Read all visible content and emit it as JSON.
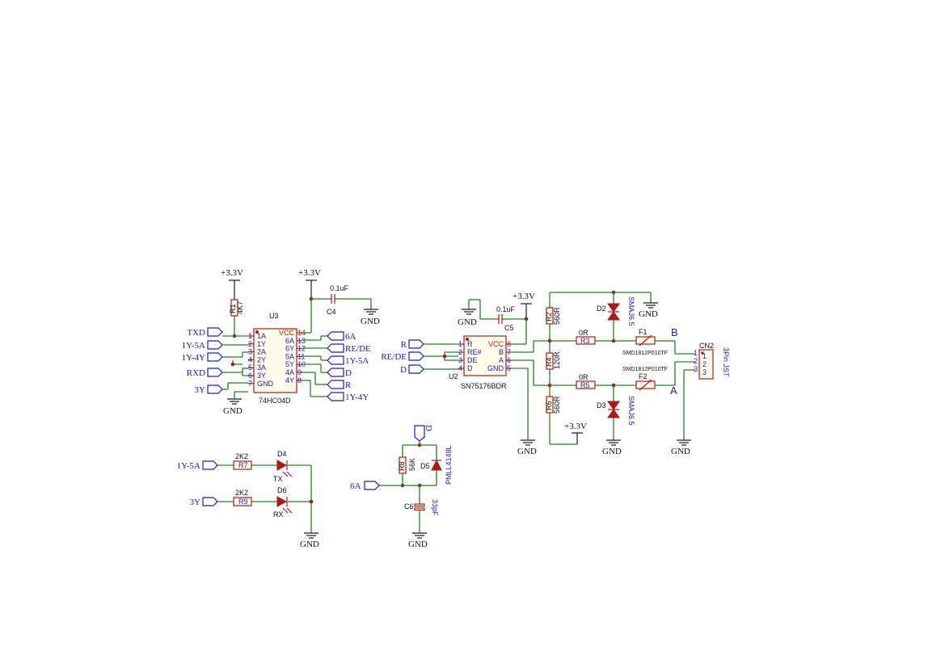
{
  "power": {
    "vcc": "+3.3V",
    "gnd": "GND"
  },
  "u3": {
    "ref": "U3",
    "value": "74HC04D",
    "left_pins": [
      {
        "num": "1",
        "name": "1A"
      },
      {
        "num": "2",
        "name": "1Y"
      },
      {
        "num": "3",
        "name": "2A"
      },
      {
        "num": "4",
        "name": "2Y"
      },
      {
        "num": "5",
        "name": "3A"
      },
      {
        "num": "6",
        "name": "3Y"
      },
      {
        "num": "7",
        "name": "GND"
      }
    ],
    "right_pins": [
      {
        "num": "14",
        "name": "VCC"
      },
      {
        "num": "13",
        "name": "6A"
      },
      {
        "num": "12",
        "name": "6Y"
      },
      {
        "num": "11",
        "name": "5A"
      },
      {
        "num": "10",
        "name": "5Y"
      },
      {
        "num": "9",
        "name": "4A"
      },
      {
        "num": "8",
        "name": "4Y"
      }
    ]
  },
  "u2": {
    "ref": "U2",
    "value": "SN75176BDR",
    "left_pins": [
      {
        "num": "1",
        "name": "R"
      },
      {
        "num": "2",
        "name": "RE#"
      },
      {
        "num": "3",
        "name": "DE"
      },
      {
        "num": "4",
        "name": "D"
      }
    ],
    "right_pins": [
      {
        "num": "8",
        "name": "VCC"
      },
      {
        "num": "7",
        "name": "B"
      },
      {
        "num": "6",
        "name": "A"
      },
      {
        "num": "5",
        "name": "GND"
      }
    ]
  },
  "r1": {
    "ref": "R1",
    "value": "4K7"
  },
  "c4": {
    "ref": "C4",
    "value": "0.1uF"
  },
  "c5": {
    "ref": "C5",
    "value": "0.1uF"
  },
  "r2": {
    "ref": "R2",
    "value": "560R"
  },
  "r4": {
    "ref": "R4",
    "value": "120R"
  },
  "r6": {
    "ref": "R6",
    "value": "560R"
  },
  "r3": {
    "ref": "R3",
    "value": "0R"
  },
  "r5": {
    "ref": "R5",
    "value": "0R"
  },
  "d2": {
    "ref": "D2",
    "value": "SMAJ6.5"
  },
  "d3": {
    "ref": "D3",
    "value": "SMAJ6.5"
  },
  "f1": {
    "ref": "F1",
    "value": "SMD1812P010TF"
  },
  "f2": {
    "ref": "F2",
    "value": "SMD1812P010TF"
  },
  "cn2": {
    "ref": "CN2",
    "value": "3Pin JST",
    "pins": [
      "1",
      "2",
      "3"
    ]
  },
  "bus": {
    "b": "B",
    "a": "A"
  },
  "r7": {
    "ref": "R7",
    "value": "2K2"
  },
  "r9": {
    "ref": "R9",
    "value": "2K2"
  },
  "d4": {
    "ref": "D4",
    "value": "TX"
  },
  "d6": {
    "ref": "D6",
    "value": "RX"
  },
  "r8": {
    "ref": "R8",
    "value": "56K"
  },
  "d5": {
    "ref": "D5",
    "value": "PMLL4148L"
  },
  "c6": {
    "ref": "C6",
    "value": "33pF"
  },
  "nets": {
    "u3_left": [
      "TXD",
      "1Y-5A",
      "1Y-4Y",
      "RXD",
      "3Y"
    ],
    "u3_right": [
      "6A",
      "RE/DE",
      "1Y-5A",
      "D",
      "R",
      "1Y-4Y"
    ],
    "u2_left": [
      "R",
      "RE/DE",
      "D"
    ],
    "led_left": [
      "1Y-5A",
      "3Y"
    ],
    "d_top": "D",
    "six_a": "6A"
  }
}
